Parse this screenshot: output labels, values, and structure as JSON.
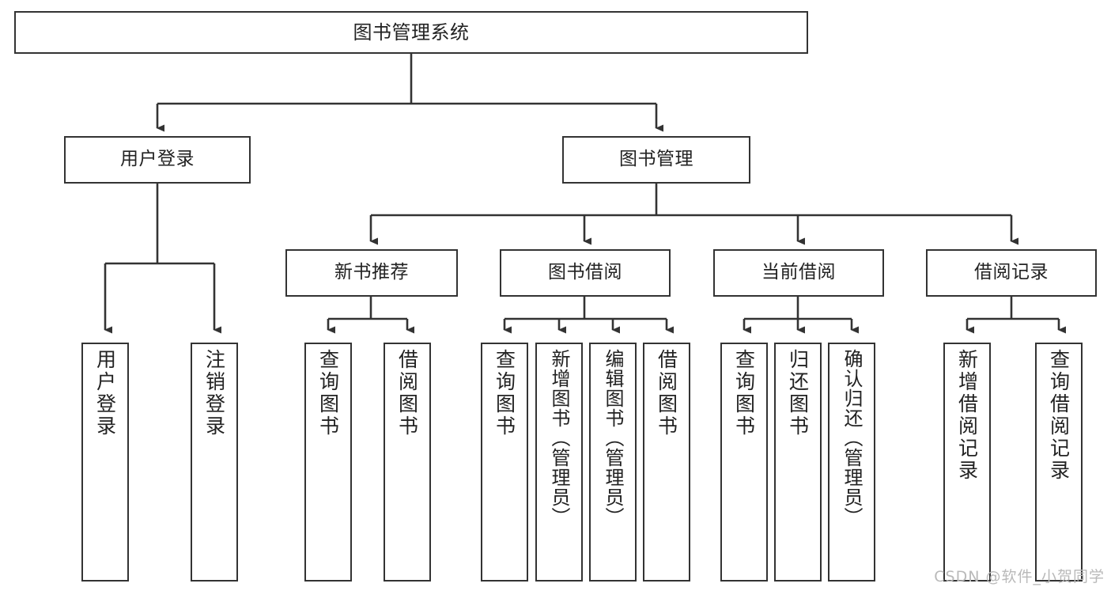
{
  "diagram": {
    "title": "图书管理系统",
    "type": "tree-hierarchy",
    "orientation": "top-down",
    "colors": {
      "box_border": "#333333",
      "box_fill": "#ffffff",
      "edge": "#333333",
      "text": "#222222",
      "watermark": "#b9b9b9",
      "background": "#ffffff"
    },
    "root": {
      "label": "图书管理系统"
    },
    "level2": [
      {
        "label": "用户登录"
      },
      {
        "label": "图书管理"
      }
    ],
    "level3": [
      {
        "label": "新书推荐"
      },
      {
        "label": "图书借阅"
      },
      {
        "label": "当前借阅"
      },
      {
        "label": "借阅记录"
      }
    ],
    "leaves": {
      "user_login": [
        {
          "label": "用户登录"
        },
        {
          "label": "注销登录"
        }
      ],
      "new_book_recommend": [
        {
          "label": "查询图书"
        },
        {
          "label": "借阅图书"
        }
      ],
      "book_borrow": [
        {
          "label": "查询图书"
        },
        {
          "label": "新增图书（管理员）"
        },
        {
          "label": "编辑图书（管理员）"
        },
        {
          "label": "借阅图书"
        }
      ],
      "current_borrow": [
        {
          "label": "查询图书"
        },
        {
          "label": "归还图书"
        },
        {
          "label": "确认归还（管理员）"
        }
      ],
      "borrow_record": [
        {
          "label": "新增借阅记录"
        },
        {
          "label": "查询借阅记录"
        }
      ]
    }
  },
  "watermark": {
    "text": "CSDN @软件_小贺同学"
  }
}
